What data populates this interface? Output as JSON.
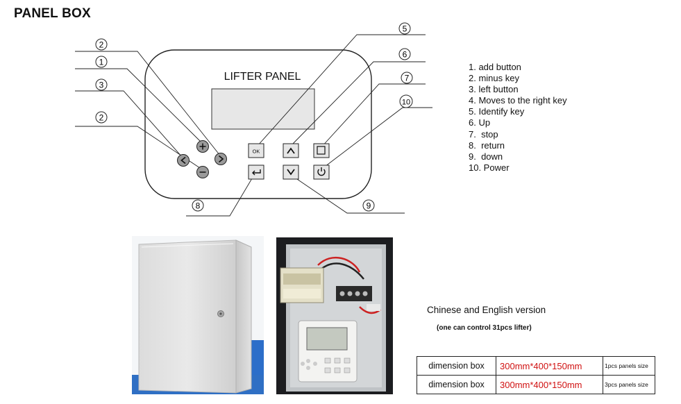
{
  "heading": "PANEL BOX",
  "panel": {
    "title": "LIFTER PANEL",
    "ok_label": "OK"
  },
  "callouts": [
    "2",
    "1",
    "3",
    "2",
    "5",
    "6",
    "7",
    "10",
    "8",
    "9"
  ],
  "legend": [
    "1. add button",
    "2. minus key",
    "3. left button",
    "4. Moves to the right key",
    "5. Identify key",
    "6. Up",
    "7.  stop",
    "8.  return",
    "9.  down",
    "10. Power"
  ],
  "version": "Chinese and English version",
  "note": "(one can control 31pcs lifter)",
  "table": {
    "rows": [
      {
        "label": "dimension box",
        "size": "300mm*400*150mm",
        "panels": "1pcs panels size"
      },
      {
        "label": "dimension box",
        "size": "300mm*400*150mm",
        "panels": "3pcs panels size"
      }
    ]
  },
  "colors": {
    "photo_box_backdrop": "#2c6ec9",
    "dimension_text": "#d01010"
  }
}
